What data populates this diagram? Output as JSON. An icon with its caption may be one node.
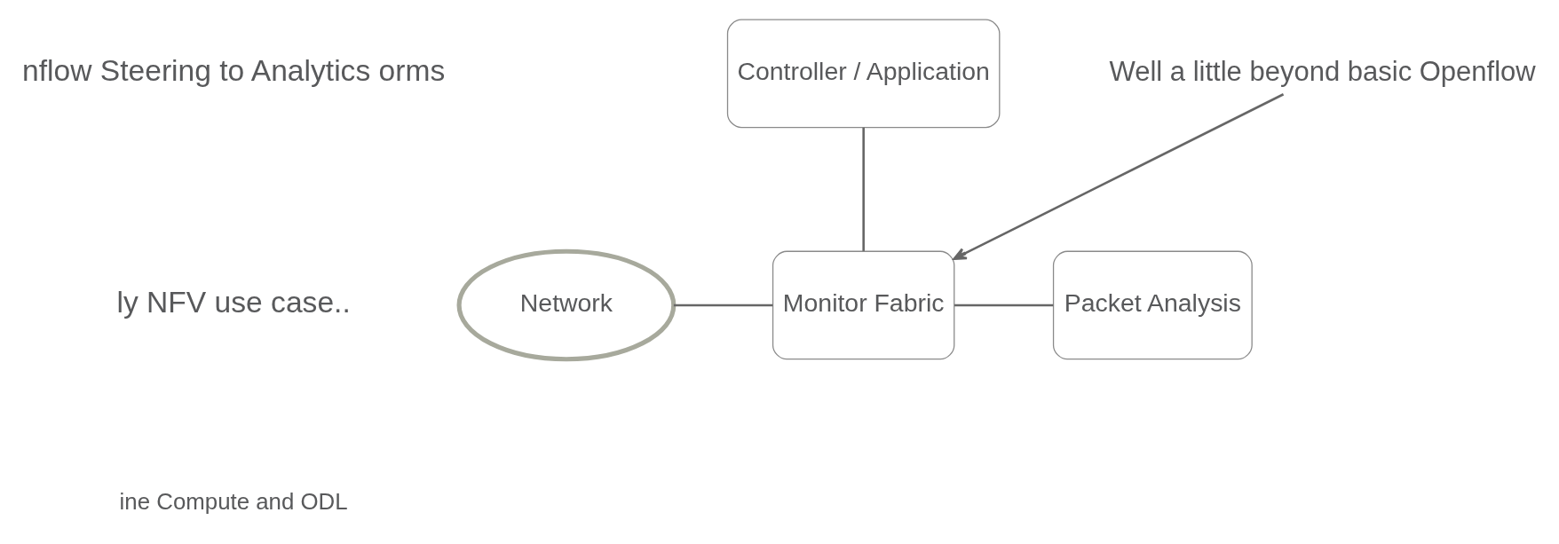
{
  "diagram": {
    "nodes": [
      {
        "text": [
          "Controller / Application"
        ]
      },
      {
        "text": [
          "Monitor Fabric"
        ]
      },
      {
        "text": [
          "Network"
        ]
      },
      {
        "text": [
          "Packet Analysis"
        ]
      },
      {
        "text": [
          "Well a little beyond basic Openflow"
        ]
      }
    ],
    "edges": [
      {
        "from": 0,
        "to": 1,
        "arrow": "none"
      },
      {
        "from": 2,
        "to": 1,
        "arrow": "none"
      },
      {
        "from": 1,
        "to": 3,
        "arrow": "none"
      },
      {
        "from": 4,
        "to": 1,
        "arrow": "to"
      }
    ],
    "labels": [
      "nflow Steering to Analytics orms",
      "ly NFV use case..",
      "ine Compute and ODL"
    ]
  }
}
